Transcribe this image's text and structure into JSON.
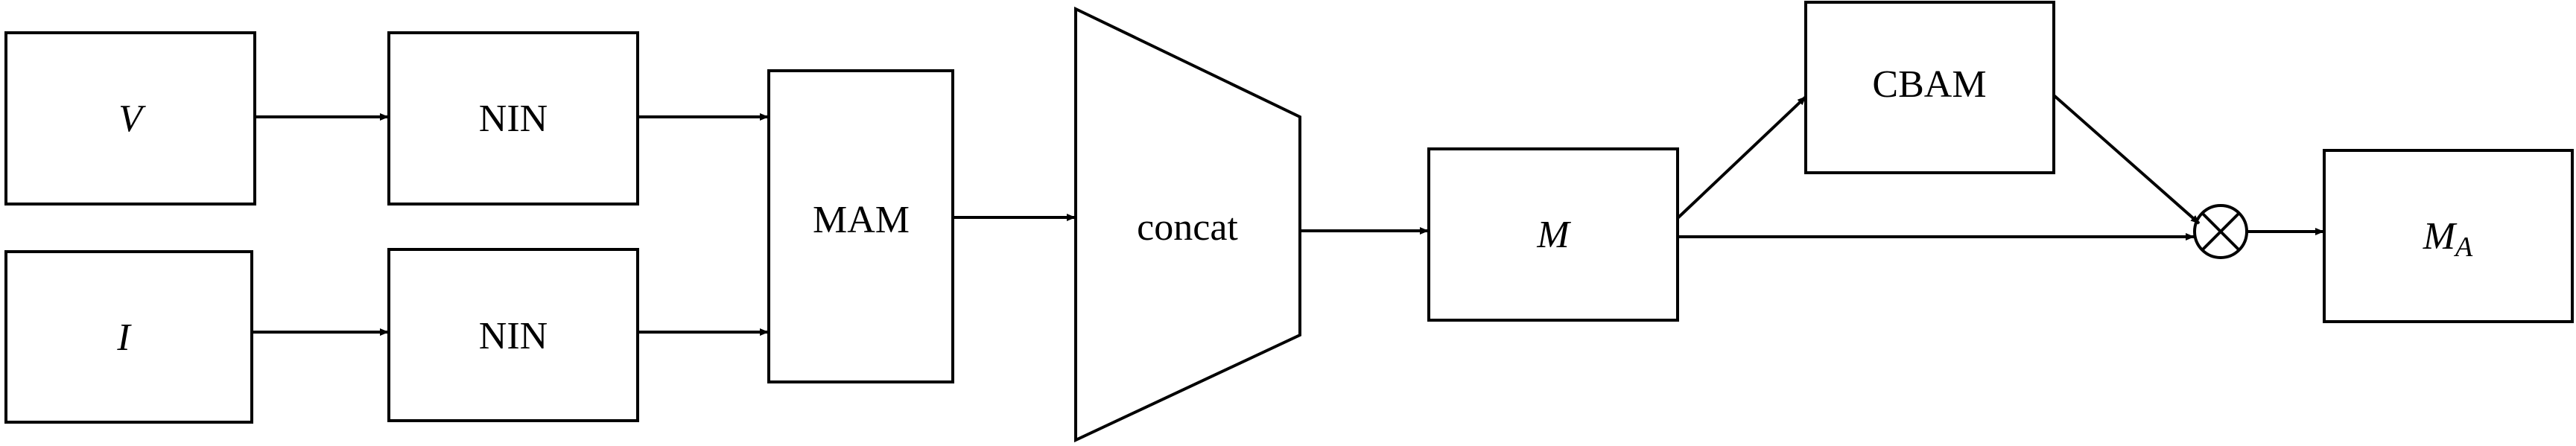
{
  "diagram": {
    "nodes": {
      "v": {
        "label": "V"
      },
      "i": {
        "label": "I"
      },
      "nin_top": {
        "label": "NIN"
      },
      "nin_bottom": {
        "label": "NIN"
      },
      "mam": {
        "label": "MAM"
      },
      "concat": {
        "label": "concat"
      },
      "m": {
        "label": "M"
      },
      "cbam": {
        "label": "CBAM"
      },
      "ma": {
        "label": "M",
        "subscript": "A"
      }
    },
    "multiply_symbol": "⊗",
    "edges": [
      {
        "from": "V",
        "to": "NIN (top)"
      },
      {
        "from": "I",
        "to": "NIN (bottom)"
      },
      {
        "from": "NIN (top)",
        "to": "MAM"
      },
      {
        "from": "NIN (bottom)",
        "to": "MAM"
      },
      {
        "from": "MAM",
        "to": "concat"
      },
      {
        "from": "concat",
        "to": "M"
      },
      {
        "from": "M",
        "to": "CBAM"
      },
      {
        "from": "CBAM",
        "to": "⊗"
      },
      {
        "from": "M",
        "to": "⊗"
      },
      {
        "from": "⊗",
        "to": "M_A"
      }
    ]
  }
}
